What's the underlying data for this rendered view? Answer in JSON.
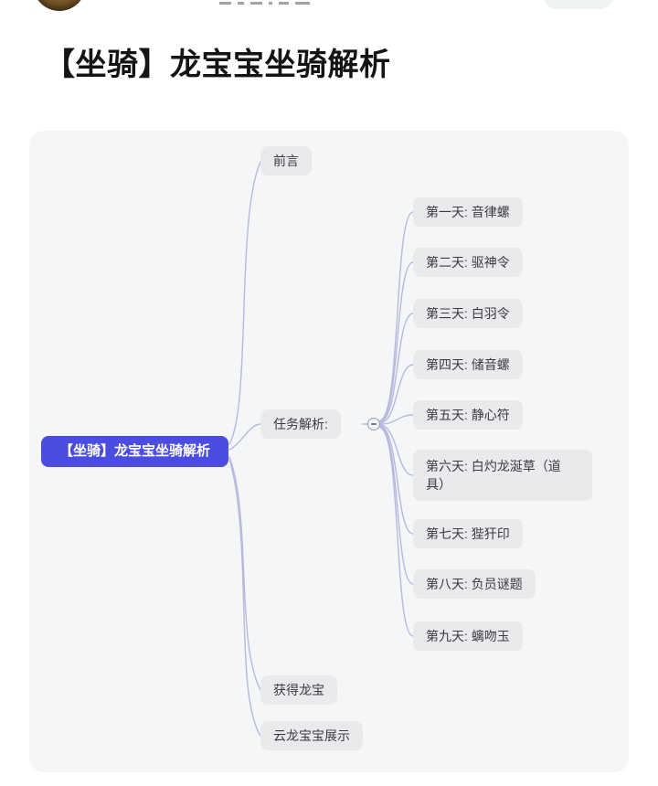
{
  "article": {
    "title": "【坐骑】龙宝宝坐骑解析"
  },
  "header": {
    "avatar_icon": "user-avatar-photo",
    "follow_button": "clipped-pill-button"
  },
  "mindmap": {
    "root_label": "【坐骑】龙宝宝坐骑解析",
    "branches": [
      {
        "label": "前言"
      },
      {
        "label": "任务解析:"
      },
      {
        "label": "获得龙宝"
      },
      {
        "label": "云龙宝宝展示"
      }
    ],
    "tasks": [
      {
        "label": "第一天: 音律螺"
      },
      {
        "label": "第二天: 驱神令"
      },
      {
        "label": "第三天: 白羽令"
      },
      {
        "label": "第四天: 储音螺"
      },
      {
        "label": "第五天: 静心符"
      },
      {
        "label": "第六天: 白灼龙涎草（道具）"
      },
      {
        "label": "第七天: 狴犴印"
      },
      {
        "label": "第八天: 负员谜题"
      },
      {
        "label": "第九天: 螭吻玉"
      }
    ],
    "toggle_icon": "minus-icon",
    "colors": {
      "root_bg": "#4a4de0",
      "node_bg": "#e9eaec",
      "edge": "#b6b9dd",
      "canvas_bg": "#f5f6f8"
    }
  }
}
